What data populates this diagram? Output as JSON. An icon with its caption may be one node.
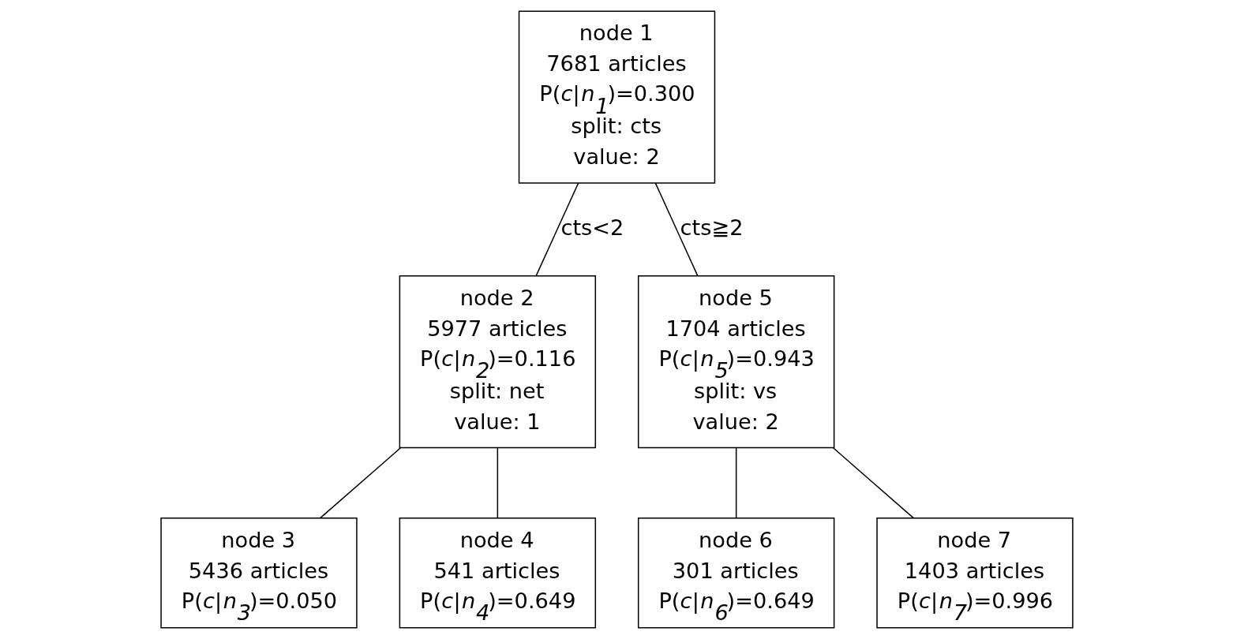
{
  "diagram": {
    "nodes": [
      {
        "text": [
          "node 1",
          "7681 articles",
          "P(*c*|*n*$_{1}$)=0.300",
          "split: cts",
          "value: 2"
        ]
      },
      {
        "text": [
          "node 2",
          "5977 articles",
          "P(*c*|*n*$_{2}$)=0.116",
          "split: net",
          "value: 1"
        ]
      },
      {
        "text": [
          "node 3",
          "5436 articles",
          "P(*c*|*n*$_{3}$)=0.050"
        ]
      },
      {
        "text": [
          "node 4",
          "541 articles",
          "P(*c*|*n*$_{4}$)=0.649"
        ]
      },
      {
        "text": [
          "node 5",
          "1704 articles",
          "P(*c*|*n*$_{5}$)=0.943",
          "split: vs",
          "value: 2"
        ]
      },
      {
        "text": [
          "node 6",
          "301 articles",
          "P(*c*|*n*$_{6}$)=0.649"
        ]
      },
      {
        "text": [
          "node 7",
          "1403 articles",
          "P(*c*|*n*$_{7}$)=0.996"
        ]
      }
    ],
    "edges": [
      {
        "from": 0,
        "to": 1,
        "arrow": "none",
        "label": "cts<2"
      },
      {
        "from": 0,
        "to": 4,
        "arrow": "none",
        "label": "cts≧2"
      },
      {
        "from": 1,
        "to": 2,
        "arrow": "none"
      },
      {
        "from": 1,
        "to": 3,
        "arrow": "none"
      },
      {
        "from": 4,
        "to": 5,
        "arrow": "none"
      },
      {
        "from": 4,
        "to": 6,
        "arrow": "none"
      }
    ]
  }
}
